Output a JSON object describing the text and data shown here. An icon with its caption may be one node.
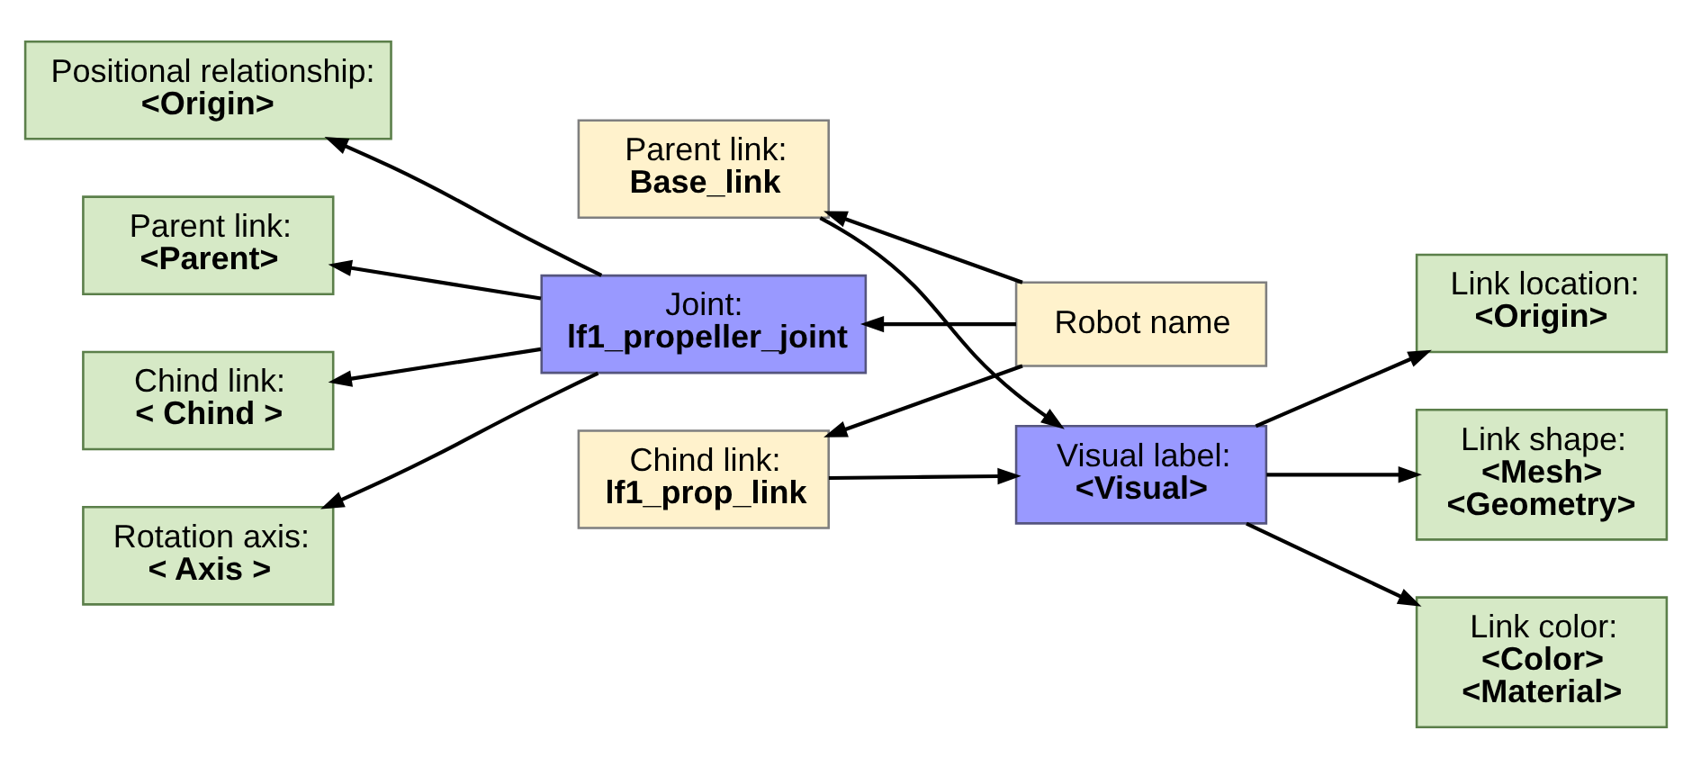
{
  "diagram": {
    "nodes": [
      {
        "text": [
          "Positional relationship:",
          "<Origin>"
        ]
      },
      {
        "text": [
          "Parent link:",
          "<Parent>"
        ]
      },
      {
        "text": [
          "Chind link:",
          "< Chind >"
        ]
      },
      {
        "text": [
          "Rotation axis:",
          "< Axis >"
        ]
      },
      {
        "text": [
          "Parent link:",
          "Base_link"
        ]
      },
      {
        "text": [
          "Joint:",
          "lf1_propeller_joint"
        ]
      },
      {
        "text": [
          "Robot name"
        ]
      },
      {
        "text": [
          "Chind link:",
          "lf1_prop_link"
        ]
      },
      {
        "text": [
          "Visual label:",
          "<Visual>"
        ]
      },
      {
        "text": [
          "Link location:",
          "<Origin>"
        ]
      },
      {
        "text": [
          "Link shape:",
          "<Mesh>",
          "<Geometry>"
        ]
      },
      {
        "text": [
          "Link color:",
          "<Color>",
          "<Material>"
        ]
      }
    ],
    "edges": [
      {
        "from": 5,
        "to": 0,
        "arrow": "to"
      },
      {
        "from": 5,
        "to": 1,
        "arrow": "to"
      },
      {
        "from": 5,
        "to": 2,
        "arrow": "to"
      },
      {
        "from": 5,
        "to": 3,
        "arrow": "to"
      },
      {
        "from": 6,
        "to": 4,
        "arrow": "to"
      },
      {
        "from": 6,
        "to": 5,
        "arrow": "to"
      },
      {
        "from": 6,
        "to": 7,
        "arrow": "to"
      },
      {
        "from": 4,
        "to": 8,
        "arrow": "to"
      },
      {
        "from": 7,
        "to": 8,
        "arrow": "to"
      },
      {
        "from": 8,
        "to": 9,
        "arrow": "to"
      },
      {
        "from": 8,
        "to": 10,
        "arrow": "to"
      },
      {
        "from": 8,
        "to": 11,
        "arrow": "to"
      }
    ]
  }
}
